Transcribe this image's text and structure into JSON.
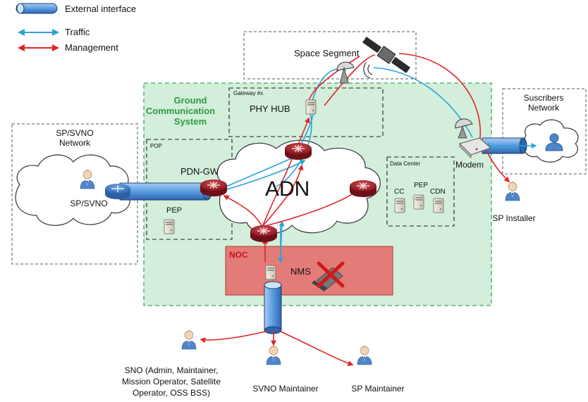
{
  "legend": {
    "external_interface": "External interface",
    "traffic": "Traffic",
    "management": "Management"
  },
  "labels": {
    "space_segment": "Space Segment",
    "ground_comm_line1": "Ground",
    "ground_comm_line2": "Communication",
    "ground_comm_line3": "System",
    "gateway": "Gateway #x",
    "phy_hub": "PHY HUB",
    "pop": "POP",
    "pdn_gw": "PDN-GW",
    "pep_pop": "PEP",
    "adn": "ADN",
    "data_center": "Data Center",
    "cc": "CC",
    "pep_dc": "PEP",
    "cdn": "CDN",
    "noc": "NOC",
    "nms": "NMS",
    "sp_svno_network_line1": "SP/SVNO",
    "sp_svno_network_line2": "Network",
    "sp_svno": "SP/SVNO",
    "subscribers_line1": "Suscribers",
    "subscribers_line2": "Network",
    "modem": "Modem",
    "sp_installer": "SP Installer",
    "sno_line1": "SNO (Admin, Maintainer,",
    "sno_line2": "Mission Operator, Satellite",
    "sno_line3": "Operator, OSS BSS)",
    "svno_maintainer": "SVNO Maintainer",
    "sp_maintainer": "SP Maintainer"
  },
  "colors": {
    "traffic": "#2aa3d8",
    "management": "#e0242a",
    "ground_fill": "#d3eedb",
    "ground_border": "#3faa5a",
    "ground_text": "#2d9a45",
    "noc_fill": "#e37c78",
    "noc_border": "#b84a46",
    "router": "#a3232b",
    "cylinder": "#4c8fd6"
  }
}
